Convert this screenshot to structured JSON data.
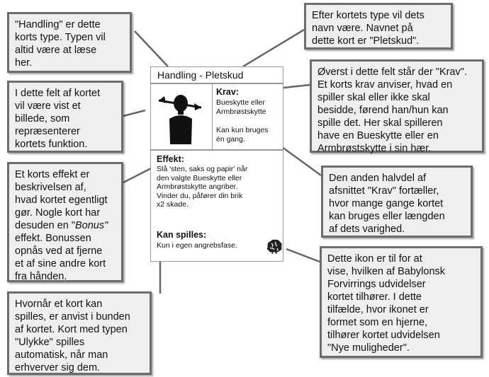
{
  "card": {
    "title": "Handling - Pletskud",
    "krav_heading": "Krav:",
    "krav_text": "Bueskytte eller\nArmbrøstskytte",
    "krav_usage": "Kan kun bruges\nén gang.",
    "effekt_heading": "Effekt:",
    "effekt_text": "Slå 'sten, saks og papir' når\nden valgte Bueskytte eller\nArmbrøstskytte angriber.\nVinder du, påfører din brik\nx2 skade.",
    "kan_spilles_heading": "Kan spilles:",
    "kan_spilles_text": "Kun i egen angrebsfase."
  },
  "callouts": {
    "type": "\"Handling\" er dette\nkorts type. Typen vil\naltid være at læse\nher.",
    "name": "Efter kortets type vil dets\nnavn være. Navnet på\ndette kort er \"Pletskud\".",
    "image": "I dette felt af kortet\nvil være vist et\nbillede, som\nrepræsenterer\nkortets funktion.",
    "krav": "Øverst i dette felt står der \"Krav\".\nEt korts krav anviser, hvad en\nspiller skal eller ikke skal\nbesidde, førend han/hun kan\nspille det. Her skal spilleren\nhave en Bueskytte eller en\nArmbrøstskytte i sin hær.",
    "effect_part1": "Et korts effekt er\nbeskrivelsen af,\nhvad kortet egentligt\ngør. Nogle kort har\ndesuden en \"",
    "effect_bonus": "Bonus\"",
    "effect_part2": "\neffekt. Bonussen\nopnås ved at fjerne\net af sine andre kort\nfra hånden.",
    "krav_second": "Den anden halvdel af\nafsnittet \"Krav\" fortæller,\nhvor mange gange kortet\nkan bruges eller længden\naf dets varighed.",
    "icon": "Dette ikon er til for at\nvise, hvilken af Babylonsk\nForvirrings udvidelser\nkortet tilhører. I dette\ntilfælde, hvor ikonet er\nformet som en hjerne,\ntilhører kortet udvidelsen\n\"Nye muligheder\".",
    "when": "Hvornår et kort kan\nspilles, er anvist i bunden\naf kortet. Kort med typen\n\"Ulykke\" spilles\nautomatisk, når man\nerhverver sig dem."
  },
  "icons": {
    "card_image": "archer-arrow-head-icon",
    "expansion": "brain-icon"
  }
}
